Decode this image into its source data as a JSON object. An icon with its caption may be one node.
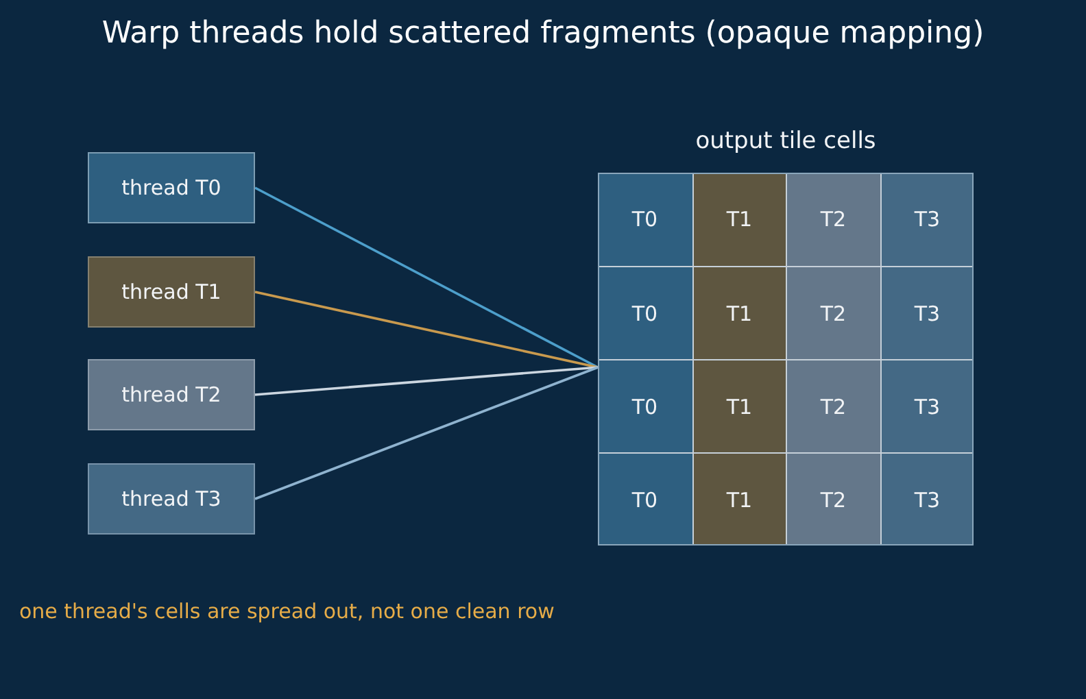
{
  "diagram": {
    "title": "Warp threads hold scattered fragments (opaque mapping)",
    "nodes": [
      {
        "text": [
          "thread T0"
        ]
      },
      {
        "text": [
          "thread T1"
        ]
      },
      {
        "text": [
          "thread T2"
        ]
      },
      {
        "text": [
          "thread T3"
        ]
      },
      {
        "text": [
          "output tile cells"
        ]
      },
      {
        "text": [
          "T0"
        ],
        "in": 4
      },
      {
        "text": [
          "T1"
        ],
        "in": 4
      },
      {
        "text": [
          "T2"
        ],
        "in": 4
      },
      {
        "text": [
          "T3"
        ],
        "in": 4
      },
      {
        "text": [
          "T0"
        ],
        "in": 4
      },
      {
        "text": [
          "T1"
        ],
        "in": 4
      },
      {
        "text": [
          "T2"
        ],
        "in": 4
      },
      {
        "text": [
          "T3"
        ],
        "in": 4
      },
      {
        "text": [
          "T0"
        ],
        "in": 4
      },
      {
        "text": [
          "T1"
        ],
        "in": 4
      },
      {
        "text": [
          "T2"
        ],
        "in": 4
      },
      {
        "text": [
          "T3"
        ],
        "in": 4
      },
      {
        "text": [
          "T0"
        ],
        "in": 4
      },
      {
        "text": [
          "T1"
        ],
        "in": 4
      },
      {
        "text": [
          "T2"
        ],
        "in": 4
      },
      {
        "text": [
          "T3"
        ],
        "in": 4
      }
    ],
    "edges": [
      {
        "from": 0,
        "to": 4,
        "arrow": "none",
        "color": "#4d9fcb"
      },
      {
        "from": 1,
        "to": 4,
        "arrow": "none",
        "color": "#c99a4e"
      },
      {
        "from": 2,
        "to": 4,
        "arrow": "none",
        "color": "#ccd6e0"
      },
      {
        "from": 3,
        "to": 4,
        "arrow": "none",
        "color": "#8fb3cf"
      }
    ],
    "labels": [
      "one thread's cells are spread out, not one clean row"
    ]
  }
}
